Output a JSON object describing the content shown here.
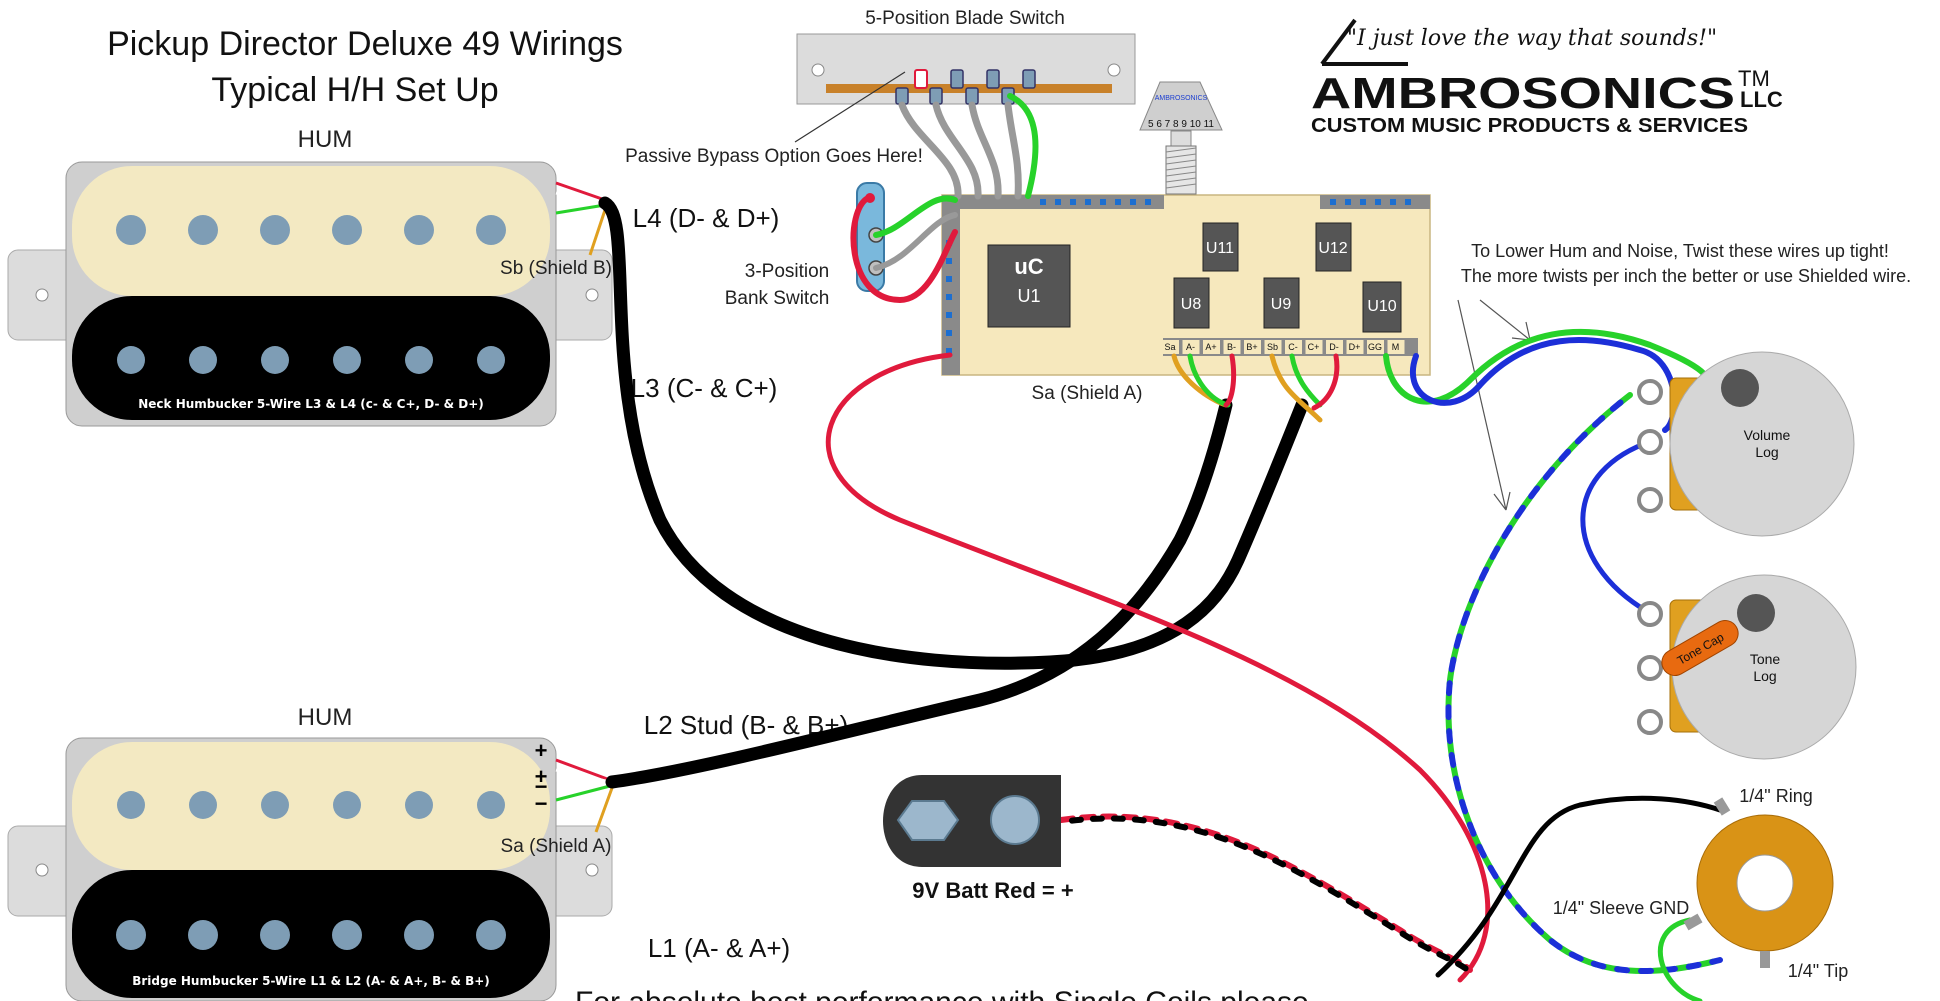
{
  "title": {
    "line1": "Pickup Director Deluxe 49 Wirings",
    "line2": "Typical H/H Set Up"
  },
  "neck": {
    "type": "HUM",
    "caption": "Neck Humbucker 5-Wire L3 & L4 (c- & C+, D- & D+)",
    "shield": "Sb (Shield B)"
  },
  "bridge": {
    "type": "HUM",
    "caption": "Bridge Humbucker 5-Wire L1 & L2 (A- & A+, B- & B+)",
    "shield": "Sa (Shield A)",
    "polarity": [
      "+",
      "+",
      "−",
      "−"
    ]
  },
  "labels": {
    "blade_switch": "5-Position Blade Switch",
    "bypass": "Passive Bypass Option Goes Here!",
    "bank_switch_1": "3-Position",
    "bank_switch_2": "Bank Switch",
    "l4": "L4 (D- & D+)",
    "l3": "L3 (C- & C+)",
    "l2": "L2 Stud (B- & B+)",
    "l1": "L1 (A- & A+)",
    "shield_a": "Sa (Shield A)",
    "twist_1": "To Lower Hum and Noise, Twist these wires up tight!",
    "twist_2": "The more twists per inch the better or use Shielded wire.",
    "battery": "9V Batt Red = +",
    "bottom_note": "For absolute best performance with Single Coils please"
  },
  "board": {
    "uc": "uC",
    "u1": "U1",
    "chips": [
      "U11",
      "U12",
      "U8",
      "U9",
      "U10"
    ],
    "pins": [
      "Sa",
      "A-",
      "A+",
      "B-",
      "B+",
      "Sb",
      "C-",
      "C+",
      "D-",
      "D+",
      "GG",
      "M"
    ]
  },
  "pots": {
    "volume": [
      "Volume",
      "Log"
    ],
    "tone": [
      "Tone",
      "Log"
    ],
    "cap": "Tone Cap"
  },
  "jack": {
    "ring": "1/4\" Ring",
    "sleeve": "1/4\" Sleeve GND",
    "tip": "1/4\" Tip"
  },
  "rotary": {
    "brand": "AMBROSONICS",
    "numbers": "5 6 7 8 9 10 11"
  },
  "logo": {
    "quote": "\"I just love the way that sounds!\"",
    "name": "AMBROSONICS",
    "tm": "TM",
    "llc": "LLC",
    "tagline": "CUSTOM MUSIC PRODUCTS & SERVICES"
  },
  "colors": {
    "cream": "#f3e9c2",
    "board": "#f6e8bd",
    "black": "#000000",
    "red": "#e01a3c",
    "green": "#27d22a",
    "blue": "#1c2fd8",
    "gray": "#999999",
    "pole": "#7e9db5",
    "pot_orange": "#e0a020",
    "jack_orange": "#d99316"
  }
}
